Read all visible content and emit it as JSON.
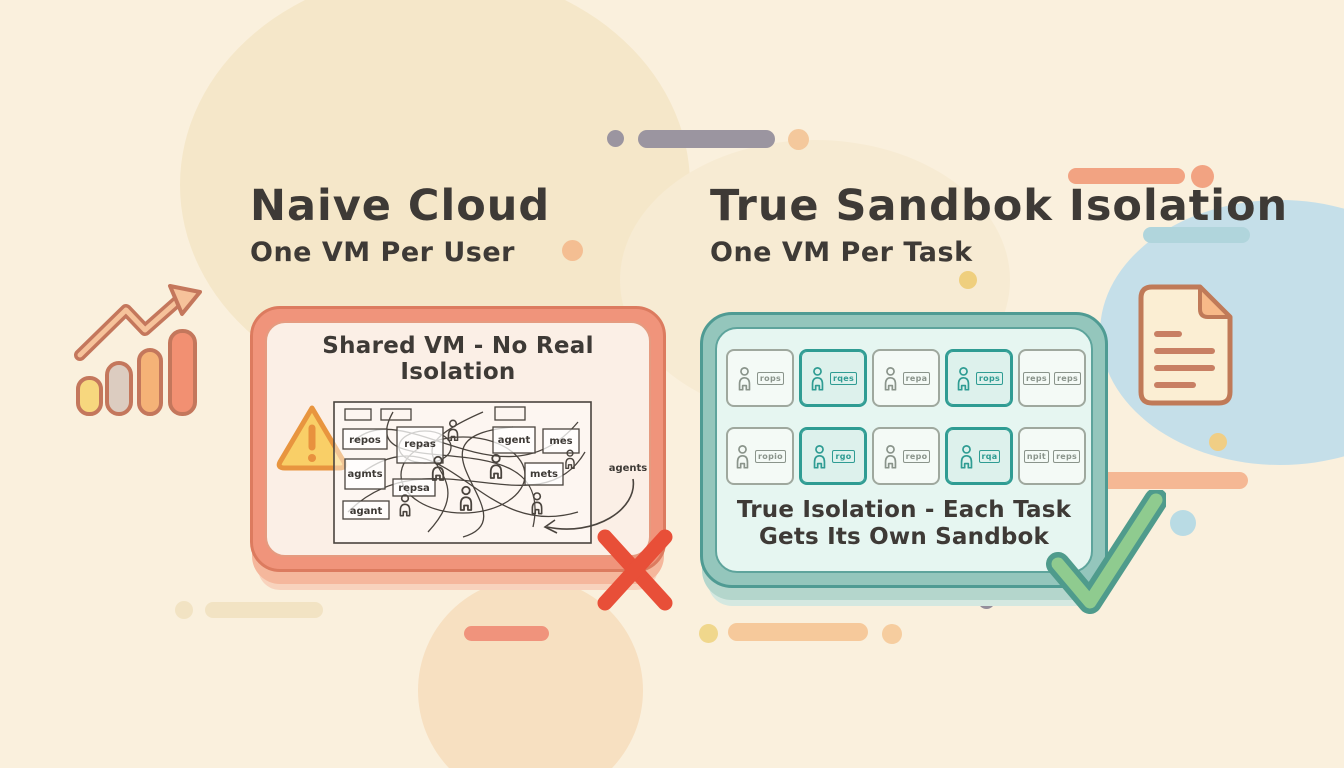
{
  "left": {
    "title": "Naive Cloud",
    "subtitle": "One VM Per User",
    "panel_header": "Shared VM - No Real Isolation",
    "agents_label": "agents",
    "diagram_labels": [
      "repos",
      "repas",
      "agent",
      "mes",
      "agmts",
      "mets",
      "repsa",
      "agant"
    ],
    "status_icon": "x-mark",
    "warning_icon": "warning-triangle"
  },
  "right": {
    "title": "True Sandbok Isolation",
    "subtitle": "One VM Per Task",
    "caption_line1": "True Isolation - Each Task",
    "caption_line2": "Gets Its Own Sandbok",
    "status_icon": "check-mark",
    "cells": [
      {
        "label": "rops",
        "highlight": false
      },
      {
        "label": "rqes",
        "highlight": true
      },
      {
        "label": "repa",
        "highlight": false
      },
      {
        "label": "rops",
        "highlight": true
      },
      {
        "labels": [
          "reps",
          "reps"
        ],
        "highlight": false
      },
      {
        "label": "ropio",
        "highlight": false
      },
      {
        "label": "rgo",
        "highlight": true
      },
      {
        "label": "repo",
        "highlight": false
      },
      {
        "label": "rqa",
        "highlight": true
      },
      {
        "labels": [
          "npit",
          "reps"
        ],
        "highlight": false
      }
    ]
  },
  "colors": {
    "background": "#FAF0DD",
    "text": "#3E3A36",
    "salmon_panel": "#F0947B",
    "salmon_panel_inner": "#FBEFE6",
    "teal_panel": "#94C6BC",
    "teal_panel_inner": "#E6F6F1",
    "highlight_teal": "#2F9C93",
    "error_red": "#E84F38",
    "success_green": "#8FCB8F"
  }
}
